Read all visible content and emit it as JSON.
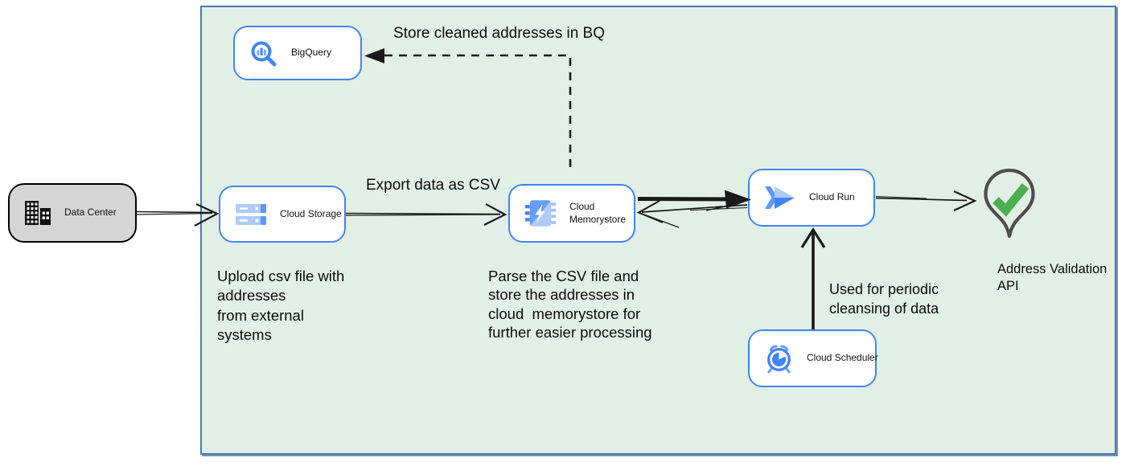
{
  "colors": {
    "boundary_fill": "#e2efe6",
    "boundary_border": "#4678b4",
    "node_border": "#4285f4",
    "node_fill": "#ffffff",
    "datacenter_fill": "#d5d5d5",
    "datacenter_border": "#000000",
    "icon_blue": "#4285f4",
    "icon_blue_medium": "#669df6",
    "icon_blue_light": "#aecbfa",
    "arrow_color": "#1a1a1a",
    "pin_outline": "#4d4d4d",
    "check_green": "#4caf50"
  },
  "nodes": {
    "data_center": {
      "label": "Data Center",
      "icon": "building-icon"
    },
    "bigquery": {
      "label": "BigQuery",
      "icon": "bigquery-icon"
    },
    "cloud_storage": {
      "label": "Cloud Storage",
      "icon": "cloud-storage-icon"
    },
    "cloud_memorystore": {
      "label": "Cloud Memorystore",
      "icon": "memorystore-icon"
    },
    "cloud_run": {
      "label": "Cloud Run",
      "icon": "cloud-run-icon"
    },
    "cloud_scheduler": {
      "label": "Cloud Scheduler",
      "icon": "cloud-scheduler-icon"
    },
    "address_validation_api": {
      "label": "Address Validation API",
      "icon": "location-pin-check-icon"
    }
  },
  "annotations": {
    "store_bq": "Store cleaned addresses in BQ",
    "export_csv": "Export data as CSV",
    "upload_note": "Upload csv file with\naddresses\nfrom external\nsystems",
    "parse_note": "Parse the CSV file and\nstore the addresses in\ncloud  memorystore for\nfurther easier processing",
    "scheduler_note": "Used for periodic\ncleansing of data"
  },
  "edges": [
    {
      "from": "Data Center",
      "to": "Cloud Storage",
      "style": "thin-open-arrow",
      "label": ""
    },
    {
      "from": "Cloud Storage",
      "to": "Cloud Memorystore",
      "style": "thin-open-arrow",
      "label": "Export data as CSV"
    },
    {
      "from": "Cloud Memorystore",
      "to": "BigQuery",
      "style": "dashed-filled-arrow",
      "label": "Store cleaned addresses in BQ"
    },
    {
      "from": "Cloud Memorystore",
      "to": "Cloud Run",
      "style": "bold-filled-arrow",
      "label": ""
    },
    {
      "from": "Cloud Run",
      "to": "Cloud Memorystore",
      "style": "thin-open-arrow",
      "label": ""
    },
    {
      "from": "Cloud Scheduler",
      "to": "Cloud Run",
      "style": "bold-open-arrow",
      "label": "Used for periodic cleansing of data"
    },
    {
      "from": "Cloud Run",
      "to": "Address Validation API",
      "style": "thin-open-arrow",
      "label": ""
    }
  ]
}
